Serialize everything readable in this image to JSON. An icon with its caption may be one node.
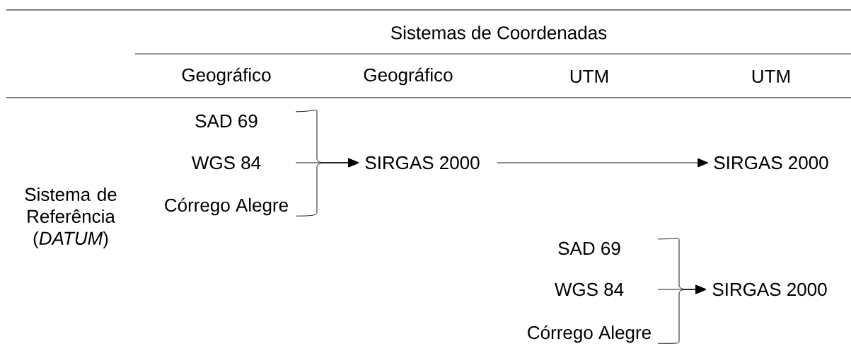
{
  "diagram": {
    "nodes": [
      {
        "text": [
          "SAD 69"
        ]
      },
      {
        "text": [
          "WGS 84"
        ]
      },
      {
        "text": [
          "Córrego Alegre"
        ]
      },
      {
        "text": [
          "SIRGAS 2000"
        ]
      },
      {
        "text": [
          "SIRGAS 2000"
        ]
      },
      {
        "text": [
          "SAD 69"
        ]
      },
      {
        "text": [
          "WGS 84"
        ]
      },
      {
        "text": [
          "Córrego Alegre"
        ]
      },
      {
        "text": [
          "SIRGAS 2000"
        ]
      }
    ],
    "edges": [
      {
        "from": 0,
        "to": 3,
        "arrow": "to"
      },
      {
        "from": 1,
        "to": 3,
        "arrow": "to"
      },
      {
        "from": 2,
        "to": 3,
        "arrow": "to"
      },
      {
        "from": 3,
        "to": 4,
        "arrow": "to"
      },
      {
        "from": 5,
        "to": 8,
        "arrow": "to"
      },
      {
        "from": 6,
        "to": 8,
        "arrow": "to"
      },
      {
        "from": 7,
        "to": 8,
        "arrow": "to"
      }
    ],
    "labels": [
      "Sistemas de Coordenadas",
      "Geográfico",
      "Geográfico",
      "UTM",
      "UTM",
      "Sistema de Referência (*DATUM*)"
    ]
  }
}
